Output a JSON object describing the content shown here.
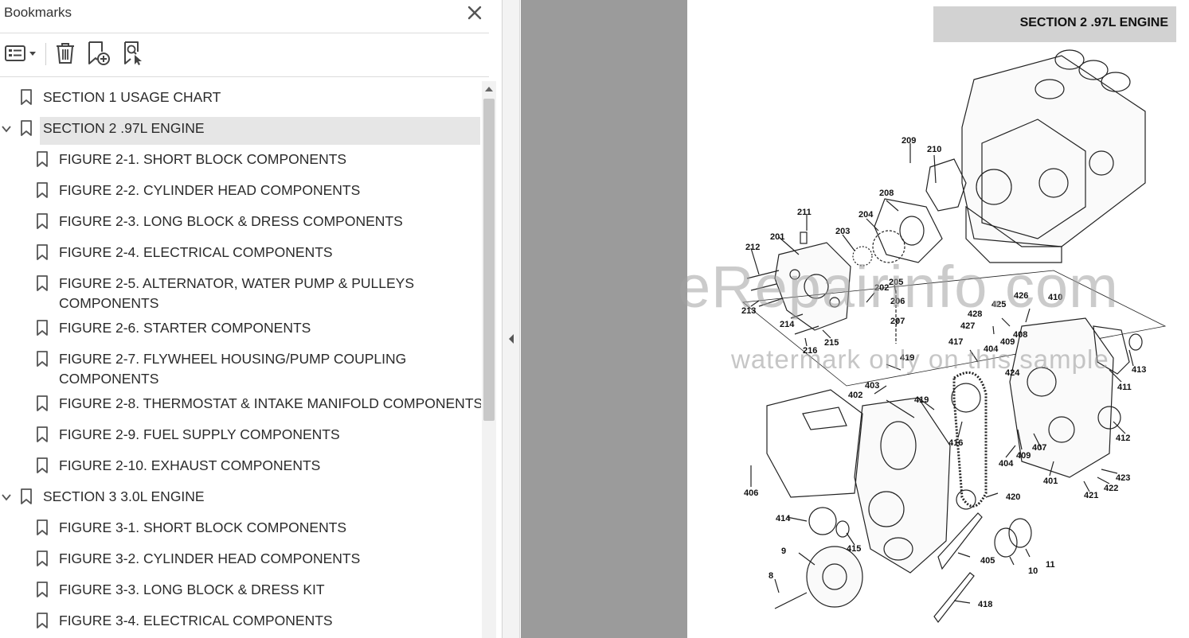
{
  "panel": {
    "title": "Bookmarks",
    "close_icon": "close-icon"
  },
  "toolbar": {
    "options_icon": "options-menu-icon",
    "delete_icon": "trash-icon",
    "new_bookmark_icon": "add-bookmark-icon",
    "find_bookmark_icon": "find-current-bookmark-icon"
  },
  "bookmarks": [
    {
      "label": "SECTION 1 USAGE CHART"
    },
    {
      "label": "SECTION 2 .97L ENGINE"
    },
    {
      "label": "FIGURE 2-1. SHORT BLOCK COMPONENTS"
    },
    {
      "label": "FIGURE 2-2. CYLINDER HEAD COMPONENTS"
    },
    {
      "label": "FIGURE 2-3. LONG BLOCK & DRESS COMPONENTS"
    },
    {
      "label": "FIGURE 2-4. ELECTRICAL COMPONENTS"
    },
    {
      "label": "FIGURE 2-5. ALTERNATOR, WATER PUMP & PULLEYS",
      "label2": "COMPONENTS"
    },
    {
      "label": "FIGURE 2-6. STARTER COMPONENTS"
    },
    {
      "label": "FIGURE 2-7. FLYWHEEL HOUSING/PUMP COUPLING",
      "label2": "COMPONENTS"
    },
    {
      "label": "FIGURE 2-8. THERMOSTAT & INTAKE MANIFOLD COMPONENTS"
    },
    {
      "label": "FIGURE 2-9. FUEL SUPPLY COMPONENTS"
    },
    {
      "label": "FIGURE 2-10. EXHAUST COMPONENTS"
    },
    {
      "label": "SECTION 3 3.0L ENGINE"
    },
    {
      "label": "FIGURE 3-1. SHORT BLOCK COMPONENTS"
    },
    {
      "label": "FIGURE 3-2. CYLINDER HEAD COMPONENTS"
    },
    {
      "label": "FIGURE 3-3. LONG BLOCK & DRESS KIT"
    },
    {
      "label": "FIGURE 3-4. ELECTRICAL COMPONENTS"
    }
  ],
  "document": {
    "section_header": "SECTION 2   .97L ENGINE",
    "watermark_main": "eRepairinfo.com",
    "watermark_sub": "watermark only on this sample",
    "part_numbers": [
      "209",
      "210",
      "208",
      "211",
      "204",
      "203",
      "201",
      "212",
      "202",
      "205",
      "206",
      "213",
      "214",
      "207",
      "215",
      "216",
      "426",
      "425",
      "428",
      "410",
      "427",
      "408",
      "409",
      "404",
      "417",
      "419",
      "424",
      "413",
      "411",
      "403",
      "402",
      "419",
      "416",
      "412",
      "406",
      "404",
      "409",
      "407",
      "401",
      "423",
      "422",
      "421",
      "414",
      "420",
      "415",
      "9",
      "405",
      "10",
      "11",
      "8",
      "418"
    ]
  },
  "colors": {
    "selected_row": "#e6e6e6",
    "doc_gray": "#9b9b9b",
    "section_tab": "#d2d2d2"
  }
}
